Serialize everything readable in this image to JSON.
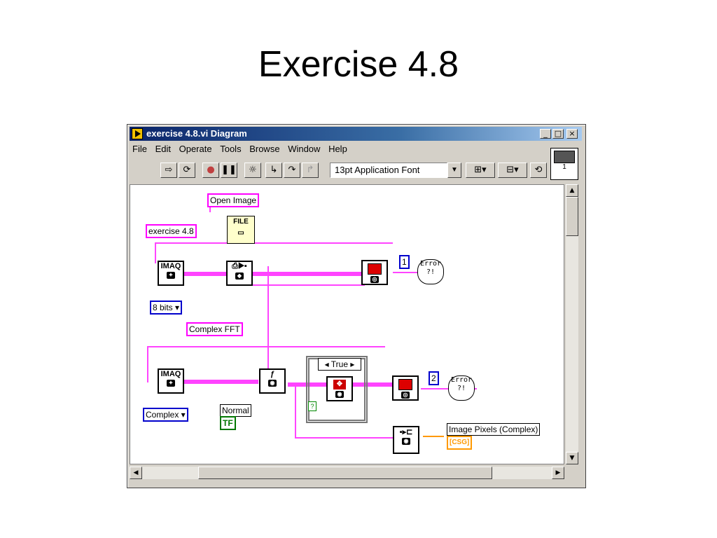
{
  "slide": {
    "title": "Exercise 4.8"
  },
  "window": {
    "title": "exercise 4.8.vi Diagram",
    "btn_min": "_",
    "btn_max": "□",
    "btn_close": "×"
  },
  "menu": [
    "File",
    "Edit",
    "Operate",
    "Tools",
    "Browse",
    "Window",
    "Help"
  ],
  "toolbar": {
    "font": "13pt Application Font",
    "icon_counter": "1"
  },
  "diagram": {
    "open_image": "Open Image",
    "filename": "exercise 4.8",
    "imaq_label": "IMAQ",
    "bits_select": "8 bits ▾",
    "complex_fft": "Complex FFT",
    "complex_select": "Complex ▾",
    "normal_label": "Normal",
    "tf": "TF",
    "case_selector": "True",
    "display_1": "1",
    "display_2": "2",
    "error_text": "Error ?!",
    "image_pixels": "Image Pixels (Complex)",
    "csg": "[CSG]",
    "question": "?"
  },
  "colors": {
    "wire_image": "#ff44ff",
    "wire_bool": "#008800",
    "wire_cluster": "#ff9900"
  }
}
